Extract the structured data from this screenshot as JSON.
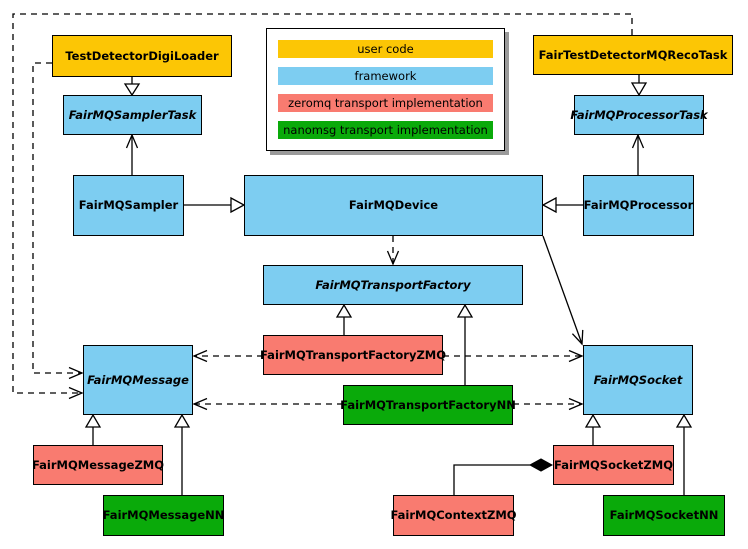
{
  "diagram": {
    "background": "#ffffff",
    "line_color": "#000000"
  },
  "colors": {
    "user_code": "#fcc605",
    "framework": "#7dcdf1",
    "zeromq": "#f97b70",
    "nanomsg": "#0aaa0a"
  },
  "legend": {
    "items": [
      {
        "label": "user code",
        "color": "#fcc605"
      },
      {
        "label": "framework",
        "color": "#7dcdf1"
      },
      {
        "label": "zeromq transport implementation",
        "color": "#f97b70"
      },
      {
        "label": "nanomsg transport implementation",
        "color": "#0aaa0a"
      }
    ]
  },
  "nodes": {
    "test_detector_digi_loader": {
      "label": "TestDetectorDigiLoader",
      "category": "user_code"
    },
    "fair_test_detector_mq_reco_task": {
      "label": "FairTestDetectorMQRecoTask",
      "category": "user_code"
    },
    "fairmq_sampler_task": {
      "label": "FairMQSamplerTask",
      "category": "framework",
      "abstract": true
    },
    "fairmq_processor_task": {
      "label": "FairMQProcessorTask",
      "category": "framework",
      "abstract": true
    },
    "fairmq_sampler": {
      "label": "FairMQSampler",
      "category": "framework"
    },
    "fairmq_device": {
      "label": "FairMQDevice",
      "category": "framework"
    },
    "fairmq_processor": {
      "label": "FairMQProcessor",
      "category": "framework"
    },
    "fairmq_transport_factory": {
      "label": "FairMQTransportFactory",
      "category": "framework",
      "abstract": true
    },
    "fairmq_transport_factory_zmq": {
      "label": "FairMQTransportFactoryZMQ",
      "category": "zeromq"
    },
    "fairmq_transport_factory_nn": {
      "label": "FairMQTransportFactoryNN",
      "category": "nanomsg"
    },
    "fairmq_message": {
      "label": "FairMQMessage",
      "category": "framework",
      "abstract": true
    },
    "fairmq_socket": {
      "label": "FairMQSocket",
      "category": "framework",
      "abstract": true
    },
    "fairmq_message_zmq": {
      "label": "FairMQMessageZMQ",
      "category": "zeromq"
    },
    "fairmq_message_nn": {
      "label": "FairMQMessageNN",
      "category": "nanomsg"
    },
    "fairmq_context_zmq": {
      "label": "FairMQContextZMQ",
      "category": "zeromq"
    },
    "fairmq_socket_zmq": {
      "label": "FairMQSocketZMQ",
      "category": "zeromq"
    },
    "fairmq_socket_nn": {
      "label": "FairMQSocketNN",
      "category": "nanomsg"
    }
  }
}
